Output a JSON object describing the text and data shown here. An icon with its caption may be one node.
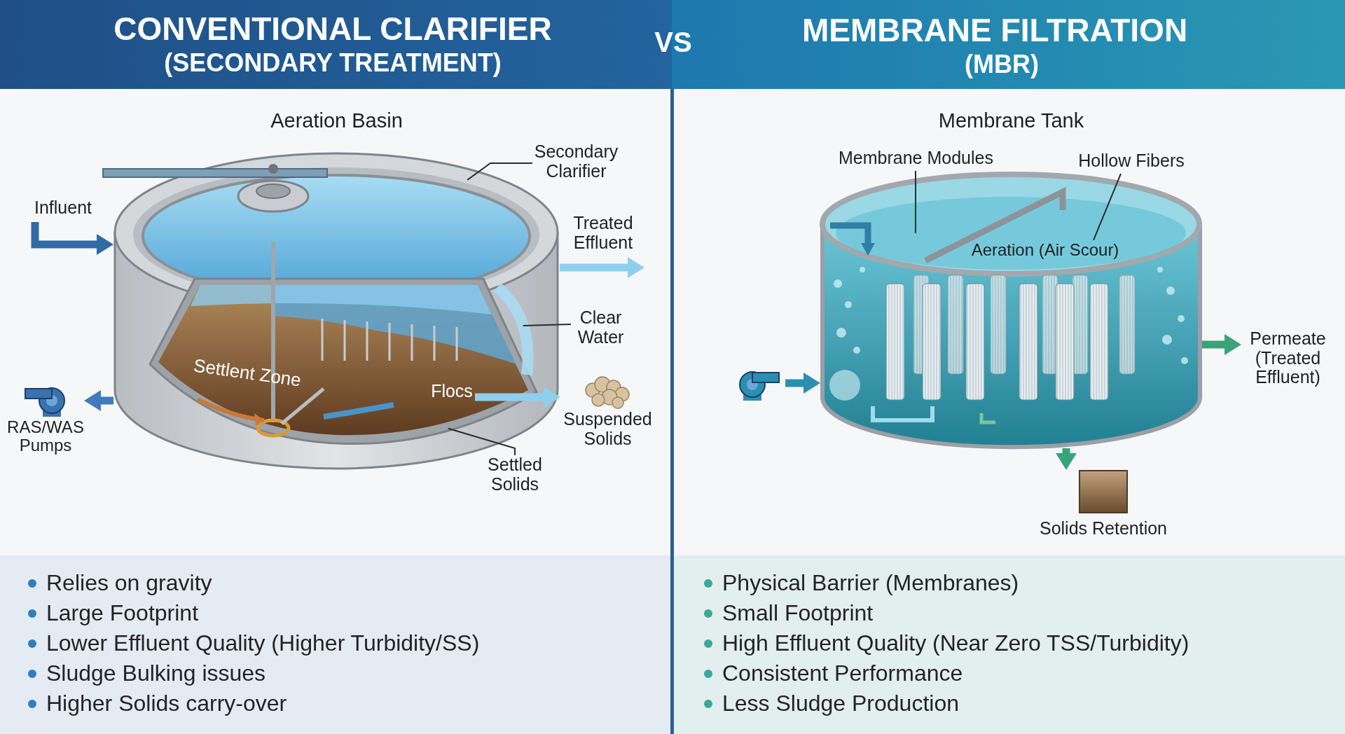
{
  "diagram": {
    "nodes": [
      {
        "text": [
          "Aeration Basin"
        ]
      },
      {
        "text": [
          "Influent"
        ]
      },
      {
        "text": [
          "Treated Effluent"
        ]
      },
      {
        "text": [
          "RAS/WAS Pumps"
        ]
      },
      {
        "text": [
          "Secondary Clarifier"
        ]
      },
      {
        "text": [
          "Clear Water"
        ]
      },
      {
        "text": [
          "Flocs"
        ],
        "in": 0
      },
      {
        "text": [
          "Suspended Solids"
        ]
      },
      {
        "text": [
          "Settled Solids"
        ]
      },
      {
        "text": [
          "Membrane Tank"
        ]
      },
      {
        "text": [
          "Membrane Modules"
        ]
      },
      {
        "text": [
          "Hollow Fibers"
        ]
      },
      {
        "text": [],
        "shape": "picture"
      },
      {
        "text": [
          "Permeate (Treated Effluent)"
        ]
      },
      {
        "text": [
          "Solids Retention"
        ]
      }
    ],
    "edges": [
      {
        "from": 1,
        "to": 0,
        "arrow": "to",
        "color": "#2f6aa5"
      },
      {
        "from": 0,
        "to": 2,
        "arrow": "to",
        "color": "#8fcfee"
      },
      {
        "from": 0,
        "to": 3,
        "arrow": "to",
        "color": "#3f7bbd"
      },
      {
        "from": 6,
        "to": 7,
        "arrow": "to",
        "color": "#8fcfee"
      },
      {
        "from": 4,
        "to": 0,
        "arrow": "none"
      },
      {
        "from": 5,
        "to": 0,
        "arrow": "none"
      },
      {
        "from": 8,
        "to": 0,
        "arrow": "none"
      },
      {
        "from": 12,
        "to": 9,
        "arrow": "to",
        "color": "#2a8fb0"
      },
      {
        "from": 9,
        "to": 13,
        "arrow": "to",
        "color": "#3aa37a"
      },
      {
        "from": 9,
        "to": 14,
        "arrow": "to",
        "color": "#3aa37a"
      },
      {
        "from": 10,
        "to": 9,
        "arrow": "none"
      },
      {
        "from": 11,
        "to": 9,
        "arrow": "none"
      }
    ],
    "labels": [
      "CONVENTIONAL CLARIFIER",
      "(SECONDARY TREATMENT)",
      "VS",
      "MEMBRANE FILTRATION",
      "(MBR)",
      "Settlent Zone",
      "Aeration (Air Scour)",
      "Relies on gravity",
      "Large Footprint",
      "Lower Effluent Quality (Higher Turbidity/SS)",
      "Sludge Bulking issues",
      "Higher Solids carry-over",
      "Physical Barrier (Membranes)",
      "Small Footprint",
      "High Effluent Quality (Near Zero TSS/Turbidity)",
      "Consistent Performance",
      "Less Sludge Production"
    ]
  }
}
